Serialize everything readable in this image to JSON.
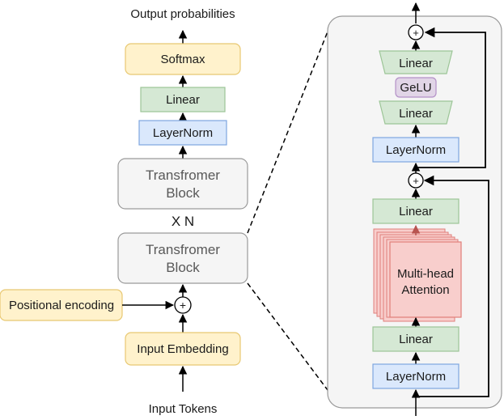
{
  "left_stack": {
    "output_label": "Output probabilities",
    "softmax": "Softmax",
    "linear": "Linear",
    "layernorm": "LayerNorm",
    "block_top": [
      "Transfromer",
      "Block"
    ],
    "repeat": "X N",
    "block_bottom": [
      "Transfromer",
      "Block"
    ],
    "positional_encoding": "Positional encoding",
    "add_symbol": "+",
    "input_embedding": "Input Embedding",
    "input_label": "Input Tokens"
  },
  "block_detail": {
    "add_top": "+",
    "linear_up": "Linear",
    "gelu": "GeLU",
    "linear_down": "Linear",
    "layernorm_top": "LayerNorm",
    "add_mid": "+",
    "linear_attn_out": "Linear",
    "attention": [
      "Multi-head",
      "Attention"
    ],
    "linear_attn_in": "Linear",
    "layernorm_bottom": "LayerNorm"
  },
  "colors": {
    "yellow_fill": "#fff2cc",
    "yellow_stroke": "#e8c872",
    "green_fill": "#d5e8d4",
    "green_stroke": "#9cc597",
    "blue_fill": "#dae8fc",
    "blue_stroke": "#7ea6e0",
    "grey_fill": "#f5f5f5",
    "grey_stroke": "#9a9a9a",
    "purple_fill": "#e1d5e7",
    "purple_stroke": "#b491c8",
    "red_fill": "#f8cecc",
    "red_stroke": "#e07f7a"
  }
}
